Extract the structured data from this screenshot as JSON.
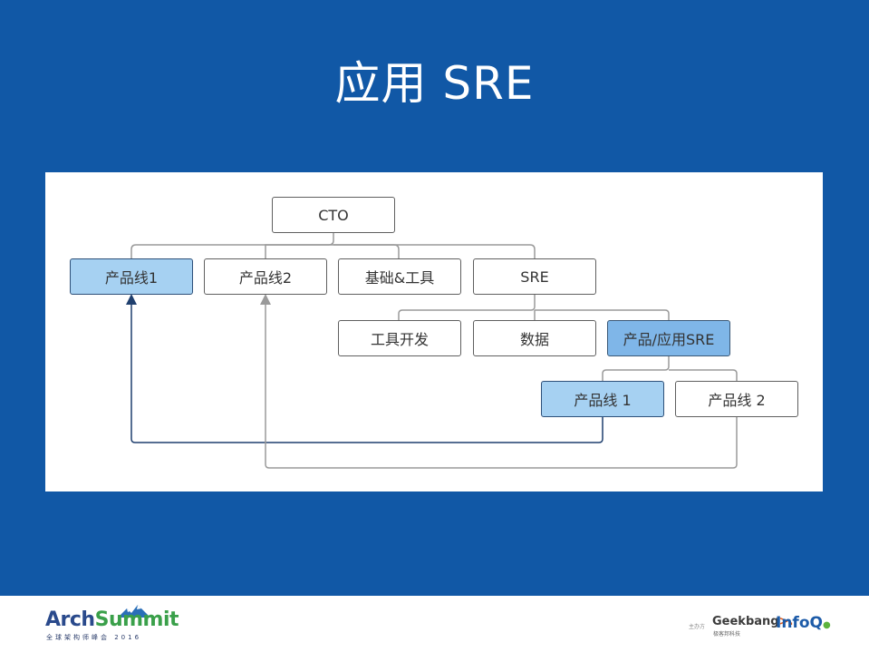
{
  "slide": {
    "title": "应用 SRE",
    "background_color": "#1158a6"
  },
  "diagram": {
    "nodes": {
      "cto": "CTO",
      "product_line_1": "产品线1",
      "product_line_2": "产品线2",
      "infra_tools": "基础&工具",
      "sre": "SRE",
      "tool_dev": "工具开发",
      "data": "数据",
      "product_app_sre": "产品/应用SRE",
      "sub_product_line_1": "产品线 1",
      "sub_product_line_2": "产品线 2"
    },
    "edges": [
      {
        "from": "cto",
        "to": "product_line_1",
        "type": "org"
      },
      {
        "from": "cto",
        "to": "product_line_2",
        "type": "org"
      },
      {
        "from": "cto",
        "to": "infra_tools",
        "type": "org"
      },
      {
        "from": "cto",
        "to": "sre",
        "type": "org"
      },
      {
        "from": "sre",
        "to": "tool_dev",
        "type": "org"
      },
      {
        "from": "sre",
        "to": "data",
        "type": "org"
      },
      {
        "from": "sre",
        "to": "product_app_sre",
        "type": "org"
      },
      {
        "from": "product_app_sre",
        "to": "sub_product_line_1",
        "type": "org"
      },
      {
        "from": "product_app_sre",
        "to": "sub_product_line_2",
        "type": "org"
      },
      {
        "from": "sub_product_line_1",
        "to": "product_line_1",
        "type": "arrow",
        "color": "#1f3f6e"
      },
      {
        "from": "sub_product_line_2",
        "to": "product_line_2",
        "type": "arrow",
        "color": "#9a9a9a"
      }
    ],
    "highlight_color": "#a6d1f2",
    "highlight_color_dark": "#7fb6e8"
  },
  "footer": {
    "left_logo": {
      "brand_part1": "Arch",
      "brand_part2": "Summit",
      "subtitle": "全球架构师峰会 2016"
    },
    "right_logos": {
      "host_label": "主办方",
      "geekbang": "Geekbang",
      "geekbang_mark": ">.",
      "geekbang_sub": "极客邦科技",
      "infoq": "InfoQ"
    }
  }
}
